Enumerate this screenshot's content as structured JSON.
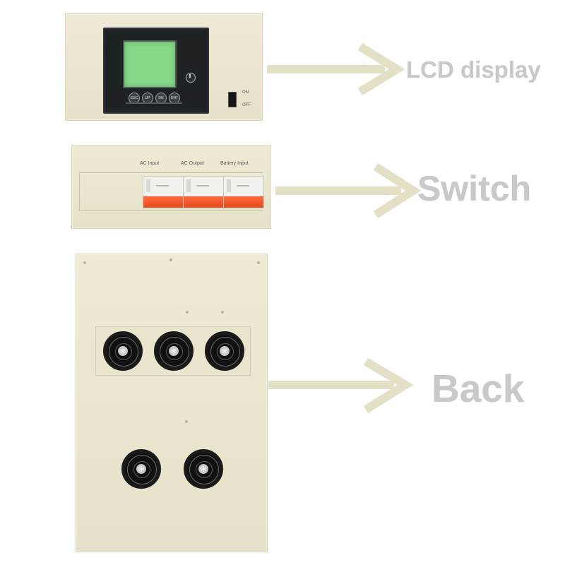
{
  "callouts": {
    "lcd": "LCD display",
    "switch": "Switch",
    "back": "Back"
  },
  "lcd_panel": {
    "buttons": [
      "ESC",
      "UP",
      "DN",
      "ENT"
    ],
    "switch_on": "ON",
    "switch_off": "OFF"
  },
  "switch_panel": {
    "captions": [
      "AC Input",
      "AC Output",
      "Battery Input"
    ]
  },
  "colors": {
    "panel": "#e6e1c8",
    "arrow": "#e3e0c6",
    "callout_text": "#c9c9c9",
    "lcd_screen": "#86d989",
    "breaker": "#e24a1c"
  },
  "icons": [
    "power-icon",
    "fan-icon"
  ]
}
